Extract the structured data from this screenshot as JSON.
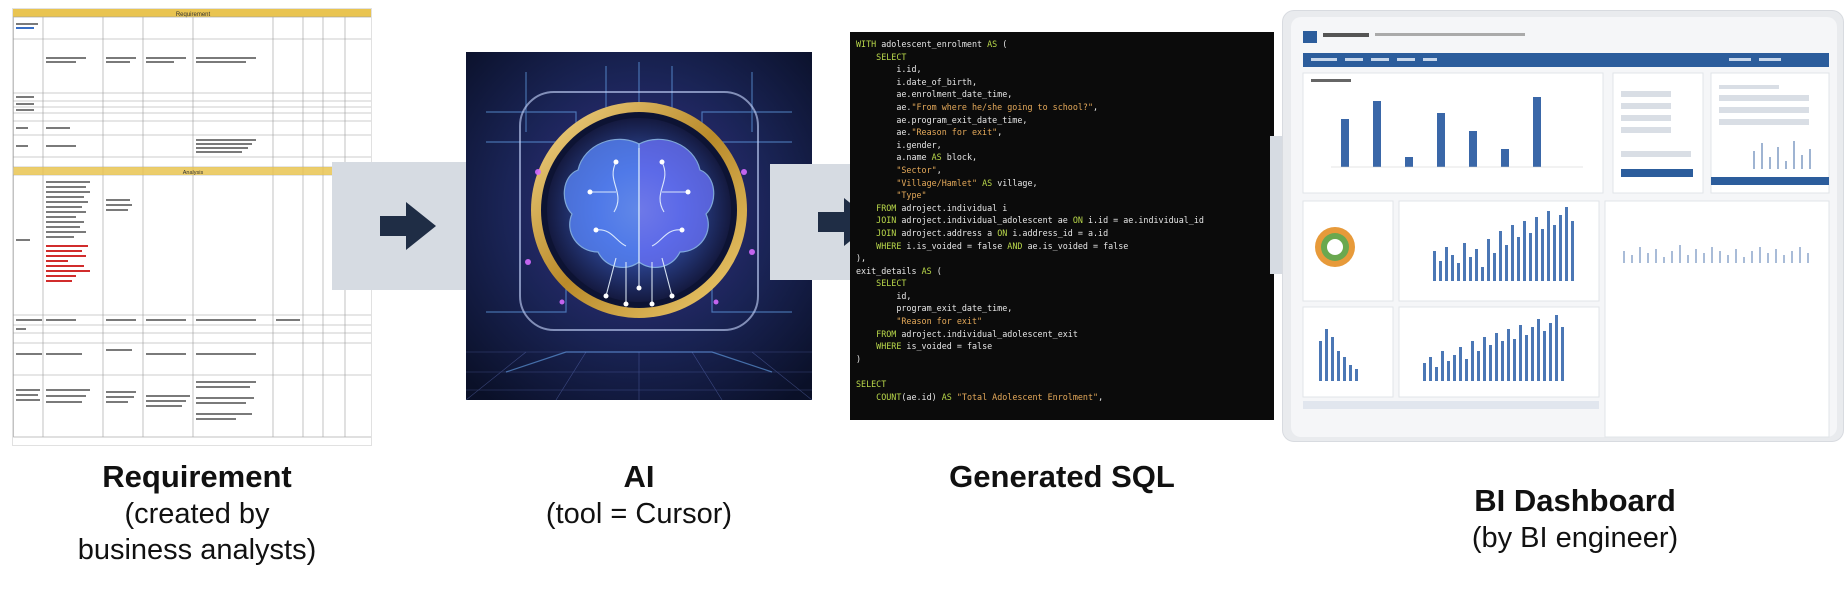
{
  "stages": [
    {
      "title": "Requirement",
      "subtitle_lines": [
        "(created by",
        "business analysts)"
      ]
    },
    {
      "title": "AI",
      "subtitle_lines": [
        "(tool = Cursor)"
      ]
    },
    {
      "title": "Generated SQL",
      "subtitle_lines": []
    },
    {
      "title": "BI Dashboard",
      "subtitle_lines": [
        "(by BI engineer)"
      ]
    }
  ],
  "requirement_sheet": {
    "header": "Requirement",
    "section": "Analysis"
  },
  "sql_lines": [
    "WITH adolescent_enrolment AS (",
    "    SELECT",
    "        i.id,",
    "        i.date_of_birth,",
    "        ae.enrolment_date_time,",
    "        ae.\"From where he/she going to school?\",",
    "        ae.program_exit_date_time,",
    "        ae.\"Reason for exit\",",
    "        i.gender,",
    "        a.name AS block,",
    "        \"Sector\",",
    "        \"Village/Hamlet\" AS village,",
    "        \"Type\"",
    "    FROM adroject.individual i",
    "    JOIN adroject.individual_adolescent ae ON i.id = ae.individual_id",
    "    JOIN adroject.address a ON i.address_id = a.id",
    "    WHERE i.is_voided = false AND ae.is_voided = false",
    "),",
    "exit_details AS (",
    "    SELECT",
    "        id,",
    "        program_exit_date_time,",
    "        \"Reason for exit\"",
    "    FROM adroject.individual_adolescent_exit",
    "    WHERE is_voided = false",
    ")",
    "",
    "SELECT",
    "    COUNT(ae.id) AS \"Total Adolescent Enrolment\","
  ],
  "colors": {
    "arrow_box": "#d6dbe2",
    "arrow": "#1f2d45",
    "sql_keyword": "#b9d84a",
    "sql_string": "#e4a95a",
    "dashboard_accent": "#2c5d9c"
  },
  "icons": [
    "right-arrow-icon",
    "ai-brain-icon"
  ]
}
